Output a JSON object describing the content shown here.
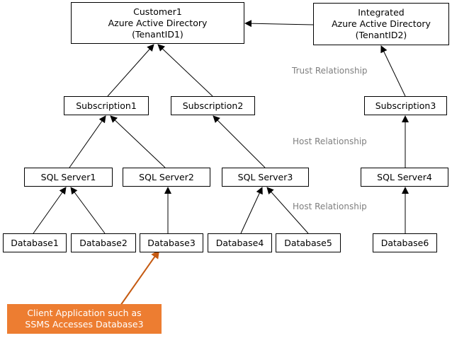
{
  "nodes": {
    "customer1_aad": "Customer1\nAzure Active Directory\n(TenantID1)",
    "integrated_aad": "Integrated\nAzure Active Directory\n(TenantID2)",
    "subscription1": "Subscription1",
    "subscription2": "Subscription2",
    "subscription3": "Subscription3",
    "sql_server1": "SQL Server1",
    "sql_server2": "SQL Server2",
    "sql_server3": "SQL Server3",
    "sql_server4": "SQL Server4",
    "database1": "Database1",
    "database2": "Database2",
    "database3": "Database3",
    "database4": "Database4",
    "database5": "Database5",
    "database6": "Database6"
  },
  "labels": {
    "trust_relationship": "Trust Relationship",
    "host_relationship_1": "Host Relationship",
    "host_relationship_2": "Host Relationship"
  },
  "client": {
    "text": "Client Application such as\nSSMS Accesses Database3"
  },
  "colors": {
    "client_fill": "#ed7d31",
    "client_arrow": "#c55a11",
    "label_text": "#7f7f7f"
  }
}
